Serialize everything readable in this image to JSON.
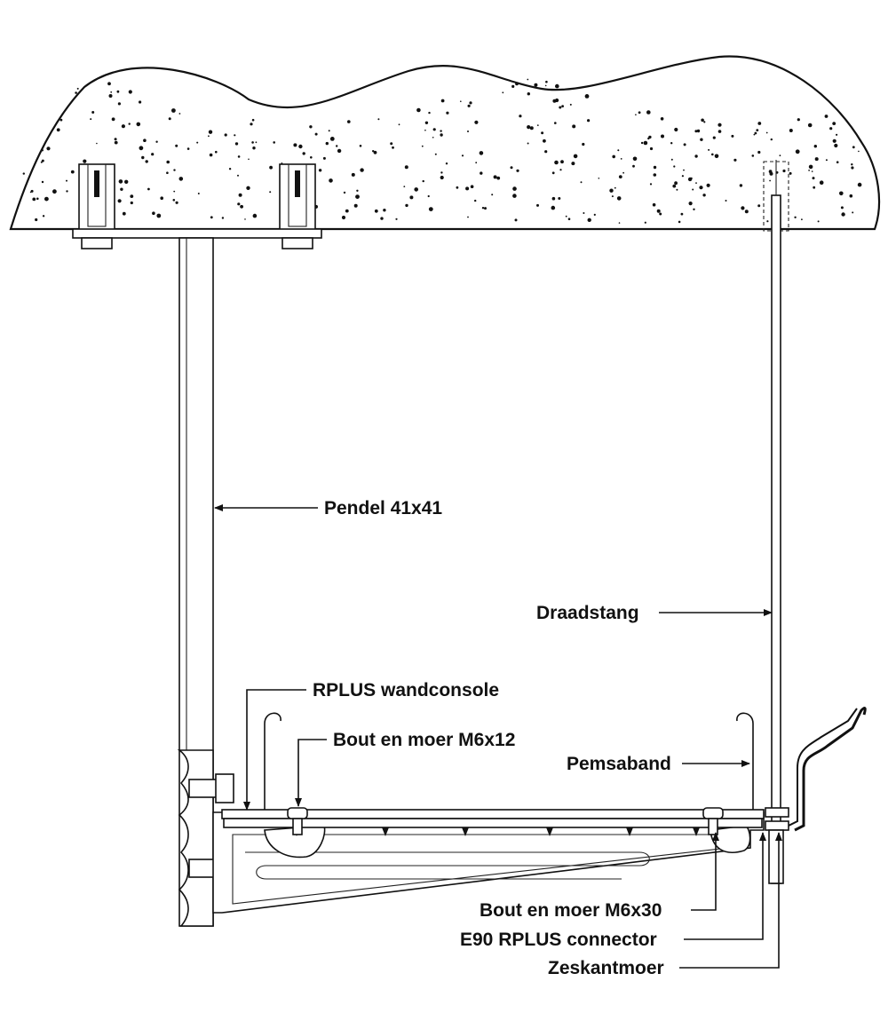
{
  "labels": {
    "pendel": "Pendel 41x41",
    "draadstang": "Draadstang",
    "wandconsole": "RPLUS wandconsole",
    "bout_m6x12": "Bout en moer M6x12",
    "pemsaband": "Pemsaband",
    "bout_m6x30": "Bout en moer M6x30",
    "connector": "E90 RPLUS connector",
    "zeskantmoer": "Zeskantmoer"
  },
  "colors": {
    "line": "#111111",
    "background": "#ffffff"
  }
}
